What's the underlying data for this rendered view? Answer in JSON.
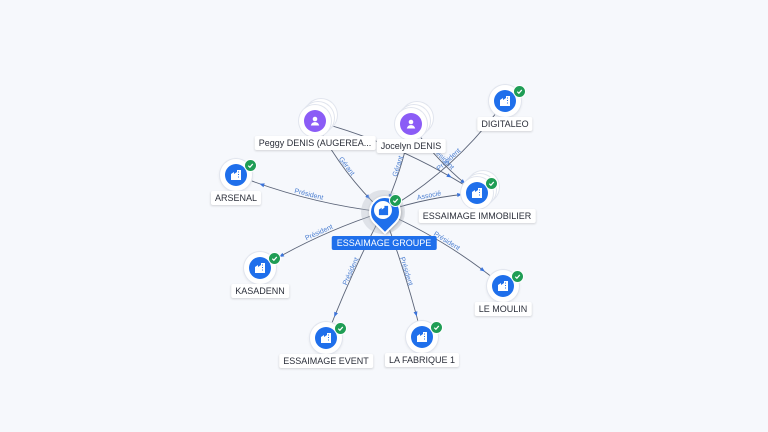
{
  "center": {
    "label": "ESSAIMAGE GROUPE",
    "icon": "building-icon",
    "verified": true
  },
  "nodes": [
    {
      "id": "peggy",
      "label": "Peggy DENIS (AUGEREA...",
      "kind": "person",
      "icon": "person-icon",
      "verified": false
    },
    {
      "id": "jocelyn",
      "label": "Jocelyn DENIS",
      "kind": "person",
      "icon": "person-icon",
      "verified": false
    },
    {
      "id": "digitaleo",
      "label": "DIGITALEO",
      "kind": "company",
      "icon": "building-icon",
      "verified": true
    },
    {
      "id": "arsenal",
      "label": "ARSENAL",
      "kind": "company",
      "icon": "building-icon",
      "verified": true
    },
    {
      "id": "immobilier",
      "label": "ESSAIMAGE IMMOBILIER",
      "kind": "company",
      "icon": "building-icon",
      "verified": true
    },
    {
      "id": "kasadenn",
      "label": "KASADENN",
      "kind": "company",
      "icon": "building-icon",
      "verified": true
    },
    {
      "id": "moulin",
      "label": "LE MOULIN",
      "kind": "company",
      "icon": "building-icon",
      "verified": true
    },
    {
      "id": "event",
      "label": "ESSAIMAGE EVENT",
      "kind": "company",
      "icon": "building-icon",
      "verified": true
    },
    {
      "id": "fabrique",
      "label": "LA FABRIQUE 1",
      "kind": "company",
      "icon": "building-icon",
      "verified": true
    }
  ],
  "edges": [
    {
      "id": "e-peggy",
      "from": "peggy",
      "to": "center",
      "label": "Gérant"
    },
    {
      "id": "e-jocelyn",
      "from": "jocelyn",
      "to": "center",
      "label": "Gérant"
    },
    {
      "id": "e-digitaleo",
      "from": "center",
      "to": "digitaleo",
      "label": "Président"
    },
    {
      "id": "e-arsenal",
      "from": "center",
      "to": "arsenal",
      "label": "Président"
    },
    {
      "id": "e-immobilier",
      "from": "center",
      "to": "immobilier",
      "label": "Associé"
    },
    {
      "id": "e-kasadenn",
      "from": "center",
      "to": "kasadenn",
      "label": "Président"
    },
    {
      "id": "e-moulin",
      "from": "center",
      "to": "moulin",
      "label": "Président"
    },
    {
      "id": "e-event",
      "from": "center",
      "to": "event",
      "label": "Président"
    },
    {
      "id": "e-fabrique",
      "from": "center",
      "to": "fabrique",
      "label": "Président"
    },
    {
      "id": "e-peggy-imm",
      "from": "peggy",
      "to": "immobilier",
      "label": ""
    },
    {
      "id": "e-jocelyn-imm",
      "from": "jocelyn",
      "to": "immobilier",
      "label": "Président"
    }
  ]
}
